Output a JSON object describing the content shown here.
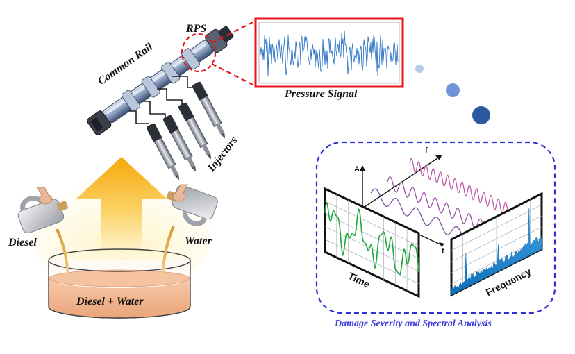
{
  "labels": {
    "rps": "RPS",
    "common_rail": "Common Rail",
    "pressure_signal": "Pressure Signal",
    "injectors": "Injectors",
    "diesel": "Diesel",
    "water": "Water",
    "mixture": "Diesel + Water",
    "time": "Time",
    "frequency": "Frequency",
    "axis_a": "A",
    "axis_f": "f",
    "axis_t": "t",
    "caption": "Damage Severity and Spectral Analysis"
  },
  "colors": {
    "highlight_red": "#e8141a",
    "signal_blue": "#2a74c4",
    "caption_blue": "#3c3cdc",
    "dashed_border": "#2e2ed4",
    "time_wave": "#1ea83a",
    "spectrum_blue": "#1a84d0",
    "wave_purple": "#7a4e9c",
    "wave_magenta": "#c05aa8",
    "mixture_fill": "#f0b894",
    "arrow_yellow": "#f6b51a",
    "bubble_dark": "#2c58a0",
    "bubble_mid": "#6f95d8",
    "bubble_light": "#b8cbea"
  },
  "icons": [
    "common-rail-icon",
    "injector-icon",
    "jug-diesel-icon",
    "jug-water-icon",
    "beaker-icon",
    "up-arrow-icon",
    "bubble-icon"
  ]
}
